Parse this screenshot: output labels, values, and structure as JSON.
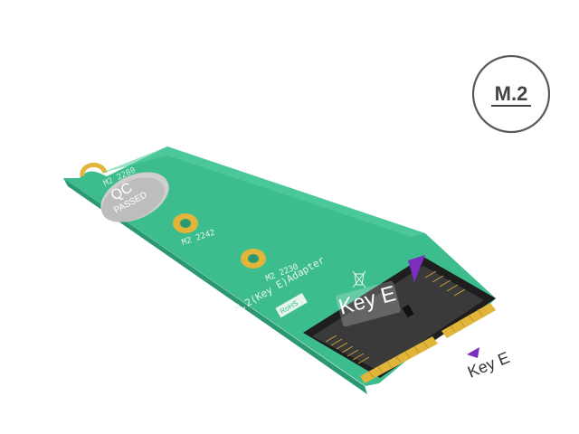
{
  "badge": {
    "label": "M.2"
  },
  "pcb": {
    "silkscreen_2280": "M2 2280",
    "qc_sticker_top": "QC",
    "qc_sticker_bottom": "PASSED",
    "silkscreen_2242": "M2 2242",
    "silkscreen_2230": "M2 2230",
    "silkscreen_adapter": "M.2(Key E)Adapter",
    "rohs_label": "RoHS",
    "slot_label": "Key E"
  },
  "edge_connector": {
    "label": "Key E"
  },
  "colors": {
    "pcb_green": "#3dbd8e",
    "pcb_edge": "#2a9870",
    "gold_contact": "#e0b53a",
    "connector_black": "#1e1e1e",
    "key_marker_purple": "#7b2fbe",
    "badge_stroke": "#5a5a5a"
  }
}
